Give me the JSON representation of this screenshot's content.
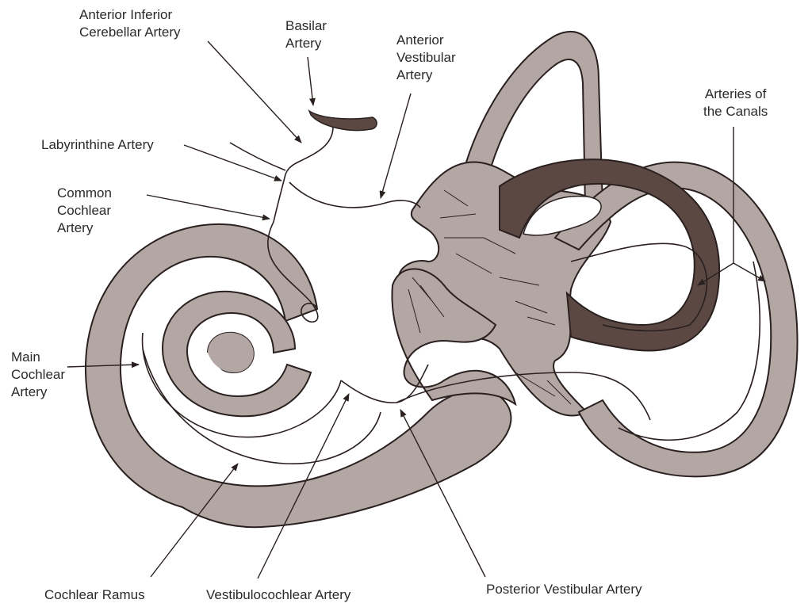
{
  "labels": {
    "anterior_inferior_cerebellar": [
      "Anterior Inferior",
      "Cerebellar Artery"
    ],
    "basilar": [
      "Basilar",
      "Artery"
    ],
    "anterior_vestibular": [
      "Anterior",
      "Vestibular",
      "Artery"
    ],
    "arteries_of_canals": [
      "Arteries of",
      "the Canals"
    ],
    "labyrinthine": "Labyrinthine Artery",
    "common_cochlear": [
      "Common",
      "Cochlear",
      "Artery"
    ],
    "main_cochlear": [
      "Main",
      "Cochlear",
      "Artery"
    ],
    "cochlear_ramus": "Cochlear Ramus",
    "vestibulocochlear": "Vestibulocochlear Artery",
    "posterior_vestibular": "Posterior Vestibular Artery"
  },
  "colors": {
    "tissue_fill": "#b3a7a3",
    "dark_artery": "#5b4842",
    "outline": "#2a2020"
  }
}
